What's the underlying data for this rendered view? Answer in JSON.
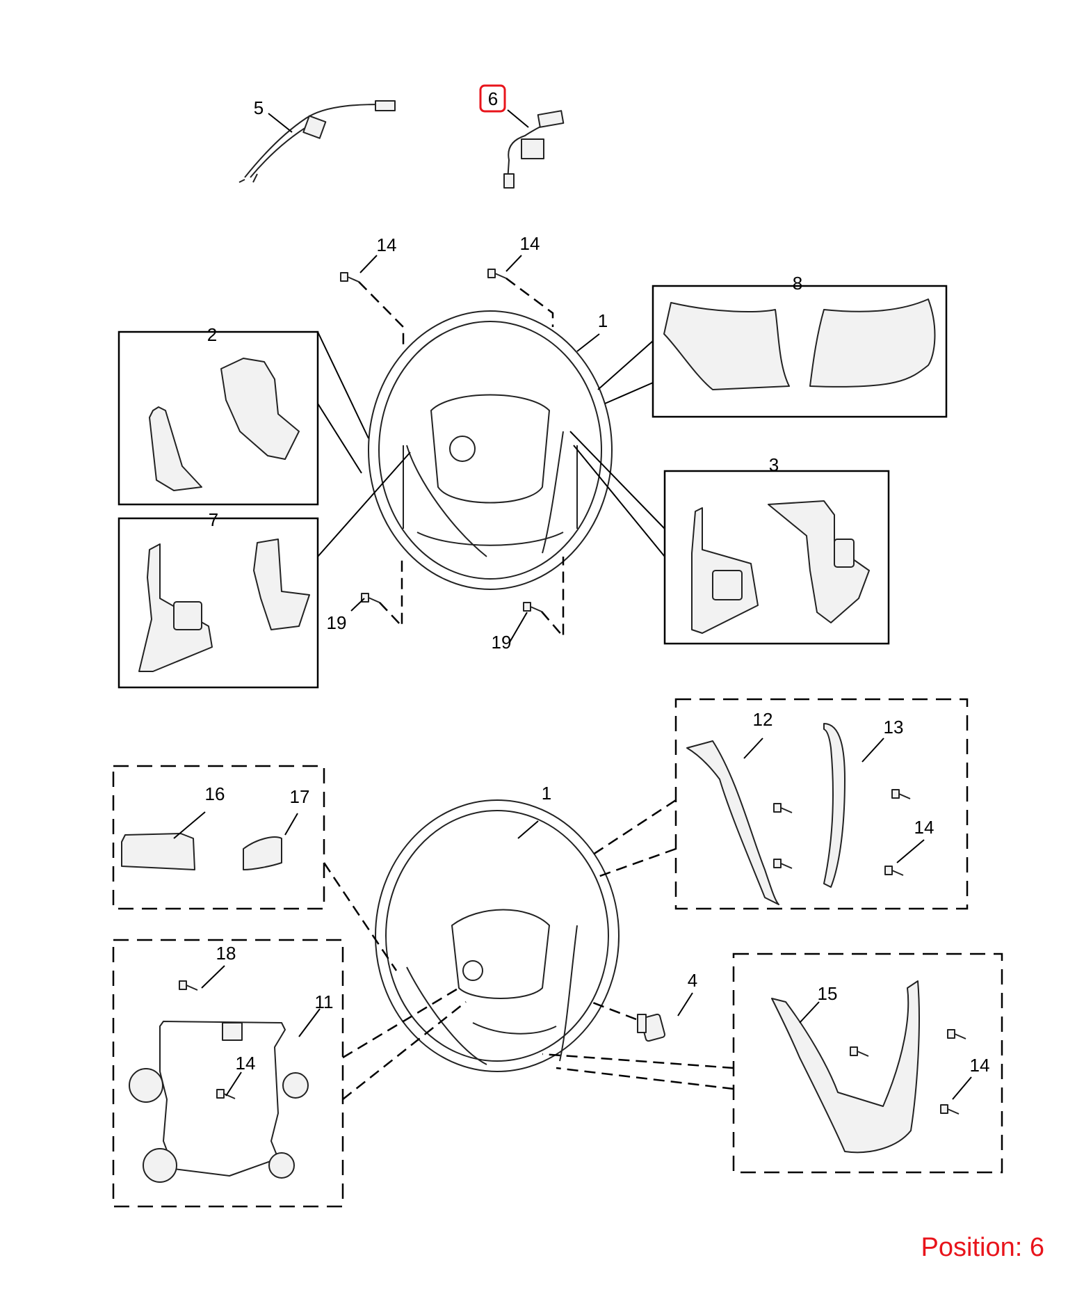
{
  "callouts": {
    "c5": "5",
    "c6": "6",
    "c14a": "14",
    "c14b": "14",
    "c1a": "1",
    "c8": "8",
    "c2": "2",
    "c3": "3",
    "c7": "7",
    "c19a": "19",
    "c19b": "19",
    "c12": "12",
    "c13": "13",
    "c14c": "14",
    "c16": "16",
    "c17": "17",
    "c1b": "1",
    "c4": "4",
    "c18": "18",
    "c11": "11",
    "c14d": "14",
    "c15": "15",
    "c14e": "14"
  },
  "highlight": {
    "callout": "6",
    "color": "#e8141b"
  },
  "footer": {
    "position_text": "Position: 6",
    "color": "#e8141b"
  },
  "icons": [
    "steering-wheel",
    "screw",
    "bolt",
    "wiring-harness",
    "switch-module",
    "trim-cover",
    "bezel"
  ]
}
